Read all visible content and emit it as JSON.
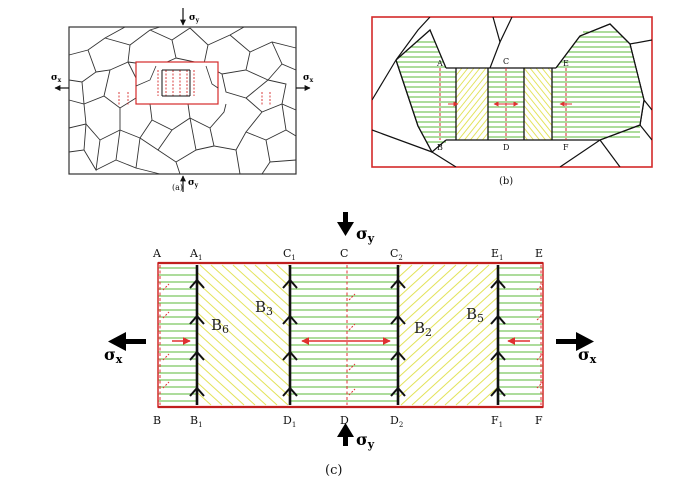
{
  "panel_a": {
    "caption": "(a)",
    "sigma_top": "σ",
    "sigma_top_sub": "y",
    "sigma_bottom": "σ",
    "sigma_bottom_sub": "y",
    "sigma_left": "σ",
    "sigma_left_sub": "x",
    "sigma_right": "σ",
    "sigma_right_sub": "x"
  },
  "panel_b": {
    "caption": "(b)",
    "points": {
      "A": "A",
      "B": "B",
      "C": "C",
      "D": "D",
      "E": "E",
      "F": "F"
    }
  },
  "panel_c": {
    "caption": "(c)",
    "sigma_top": "σ",
    "sigma_top_sub": "y",
    "sigma_bottom": "σ",
    "sigma_bottom_sub": "y",
    "sigma_left": "σ",
    "sigma_left_sub": "x",
    "sigma_right": "σ",
    "sigma_right_sub": "x",
    "top_labels": {
      "A": "A",
      "A1": "A",
      "A1_sub": "1",
      "C1": "C",
      "C1_sub": "1",
      "C": "C",
      "C2": "C",
      "C2_sub": "2",
      "E1": "E",
      "E1_sub": "1",
      "E": "E"
    },
    "bottom_labels": {
      "B": "B",
      "B1": "B",
      "B1_sub": "1",
      "D1": "D",
      "D1_sub": "1",
      "D": "D",
      "D2": "D",
      "D2_sub": "2",
      "F1": "F",
      "F1_sub": "1",
      "F": "F"
    },
    "bands": {
      "B6": "B",
      "B6_sub": "6",
      "B3": "B",
      "B3_sub": "3",
      "B2": "B",
      "B2_sub": "2",
      "B5": "B",
      "B5_sub": "5"
    }
  },
  "colors": {
    "frame_red": "#d42a2a",
    "green_hatch": "#5bb83a",
    "yellow_hatch": "#e3e35a",
    "boundary": "#111111",
    "arrow_red": "#e03030"
  }
}
